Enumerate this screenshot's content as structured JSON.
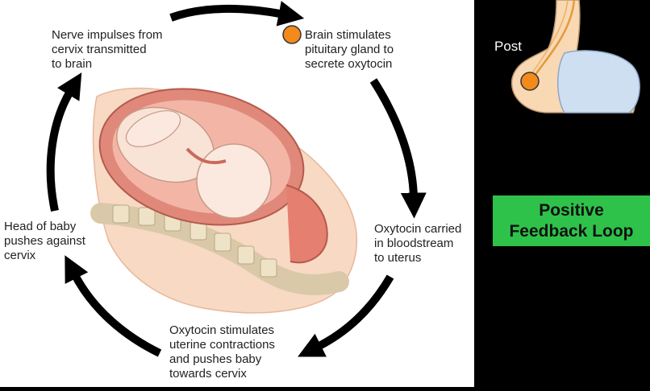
{
  "cycle_labels": {
    "nerve": "Nerve impulses from\ncervix transmitted\nto brain",
    "brain": "Brain stimulates\npituitary gland to\nsecrete oxytocin",
    "carried": "Oxytocin carried\nin bloodstream\nto uterus",
    "stimulates": "Oxytocin stimulates\nuterine contractions\nand pushes baby\ntowards cervix",
    "head": "Head of baby\npushes against\ncervix"
  },
  "side_panel": {
    "post_label": "Post",
    "badge_line1": "Positive",
    "badge_line2": "Feedback Loop"
  },
  "colors": {
    "badge": "#2ec24a",
    "orange_dot": "#f28a1c",
    "arrows": "#000000",
    "uterus": "#e0897a",
    "skin": "#f8d9c4"
  }
}
